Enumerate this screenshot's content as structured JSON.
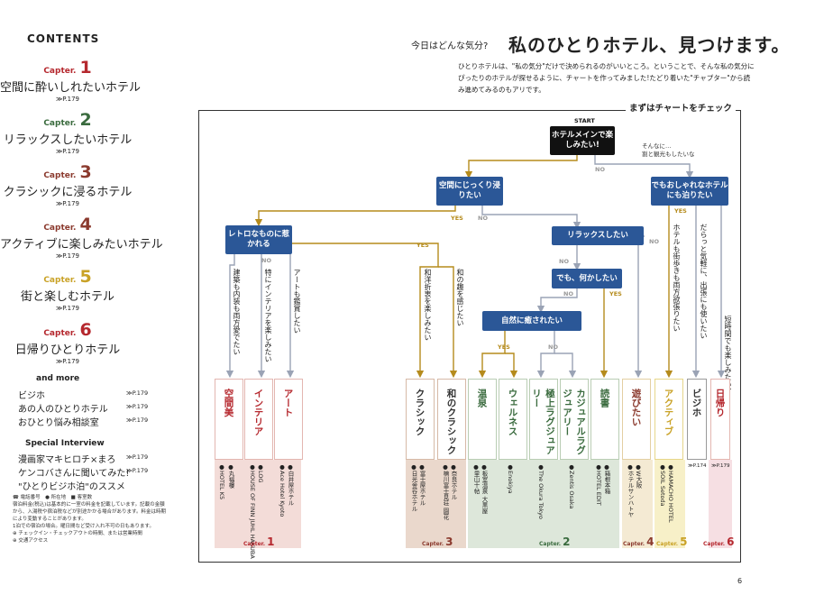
{
  "contents": {
    "title": "CONTENTS",
    "chapters": [
      {
        "label": "Capter.",
        "num": "1",
        "title": "空間に酔いしれたいホテル",
        "page": "≫P.179",
        "color": "#b5282e"
      },
      {
        "label": "Capter.",
        "num": "2",
        "title": "リラックスしたいホテル",
        "page": "≫P.179",
        "color": "#3a6b3e"
      },
      {
        "label": "Capter.",
        "num": "3",
        "title": "クラシックに浸るホテル",
        "page": "≫P.179",
        "color": "#8b3a2e"
      },
      {
        "label": "Capter.",
        "num": "4",
        "title": "アクティブに楽しみたいホテル",
        "page": "≫P.179",
        "color": "#8b3a2e"
      },
      {
        "label": "Capter.",
        "num": "5",
        "title": "街と楽しむホテル",
        "page": "≫P.179",
        "color": "#c9a227"
      },
      {
        "label": "Capter.",
        "num": "6",
        "title": "日帰りひとりホテル",
        "page": "≫P.179",
        "color": "#b5282e"
      }
    ],
    "andmore": "and more",
    "more_items": [
      {
        "title": "ビジホ",
        "page": "≫P.179"
      },
      {
        "title": "あの人のひとりホテル",
        "page": "≫P.179"
      },
      {
        "title": "おひとり悩み相談室",
        "page": "≫P.179"
      }
    ],
    "special": "Special Interview",
    "special_items": [
      {
        "title": "漫画家マキヒロチ×まろ",
        "page": "≫P.179"
      },
      {
        "title": "ケンコバさんに聞いてみた!",
        "page": "≫P.179"
      },
      {
        "title": "\"ひとりビジホ泊\"のススメ",
        "page": ""
      }
    ],
    "notes": [
      "☎ 電話番号　● 所在地　■ 客室数",
      "宿泊料金(税込)は基本的に一室の料金を記載しています。記載の金額から、入湯税や宿泊税などが別途かかる場合があります。料金は時期により変動することがあります。",
      "1泊での宿泊の場合。曜日間など受け入れ不可の日もあります。",
      "⊕ チェックイン・チェックアウトの時間、または営業時間",
      "⊕ 交通アクセス"
    ]
  },
  "header": {
    "kyou": "今日はどんな気分?",
    "title": "私のひとりホテル、見つけます。",
    "lead": "ひとりホテルは、\"私の気分\"だけで決められるのがいいところ。ということで、そんな私の気分にぴったりのホテルが探せるように、チャートを作ってみました!たどり着いた\"チャプター\"から読み進めてみるのもアリです。"
  },
  "chart": {
    "frame_title": "まずはチャートをチェック",
    "start": "START",
    "q_start": "ホテルメインで楽しみたい!",
    "q_sora": "空間にじっくり浸りたい",
    "q_oshare": "でもおしゃれなホテルにも泊りたい",
    "q_retro": "レトロなものに惹かれる",
    "q_relax": "リラックスしたい",
    "q_nanika": "でも、何かしたい",
    "q_shizen": "自然に癒されたい",
    "note_sonnani": "そんなに…\n割と観光もしたいな",
    "yes": "YES",
    "no": "NO",
    "branches": [
      "建築も内装も両方愛でたい",
      "特にインテリアを楽しみたい",
      "アートも鑑賞したい",
      "和洋折衷を楽しみたい",
      "和の趣を感じたい",
      "ホテルも街歩きも両方欲張りたい",
      "だらっと気軽に、出張にも使いたい",
      "短時間でも楽しみたい!"
    ],
    "cards": [
      "空間美",
      "インテリア",
      "アート",
      "クラシック",
      "和のクラシック",
      "温泉",
      "ウェルネス",
      "極上ラグジュアリー",
      "カジュアルラグジュアリー",
      "読書",
      "遊びたい",
      "アクティブ",
      "ビジホ",
      "日帰り"
    ],
    "hotels": [
      "●丸福樓",
      "●HOTEL K5",
      "●LOG",
      "●HOUSE OF FINN JUHL HAKUBA",
      "●白井屋ホテル",
      "●Ace Hotel Kyoto",
      "●富士屋ホテル",
      "●日光金谷ホテル",
      "●奈良ホテル",
      "●楠川富士見荘 園花",
      "●板室温泉 大黒屋",
      "●里山十帖",
      "●Enokiya",
      "●The Okura Tokyo",
      "●Zentis Osaka",
      "●箱根本箱",
      "●HOTEL EDIT",
      "●W大阪",
      "●ホテルサンハトヤ",
      "●HAMACHO HOTEL",
      "●SOIL Setoda"
    ],
    "bizi_page": "≫P.174",
    "higaeri_page": "≫P.179",
    "capter_label": "Capter.",
    "chapter_nums": [
      "1",
      "3",
      "2",
      "4",
      "5",
      "6"
    ],
    "colors": {
      "panel1": "#f3dcd8",
      "panel3": "#ead8cc",
      "panel2": "#dde7da",
      "panel4": "#f4ead3",
      "panel5": "#f7f0c8",
      "panel6": "#f6dfe3",
      "navy": "#2b5797",
      "gold": "#b58b1c"
    }
  },
  "page_number": "6"
}
